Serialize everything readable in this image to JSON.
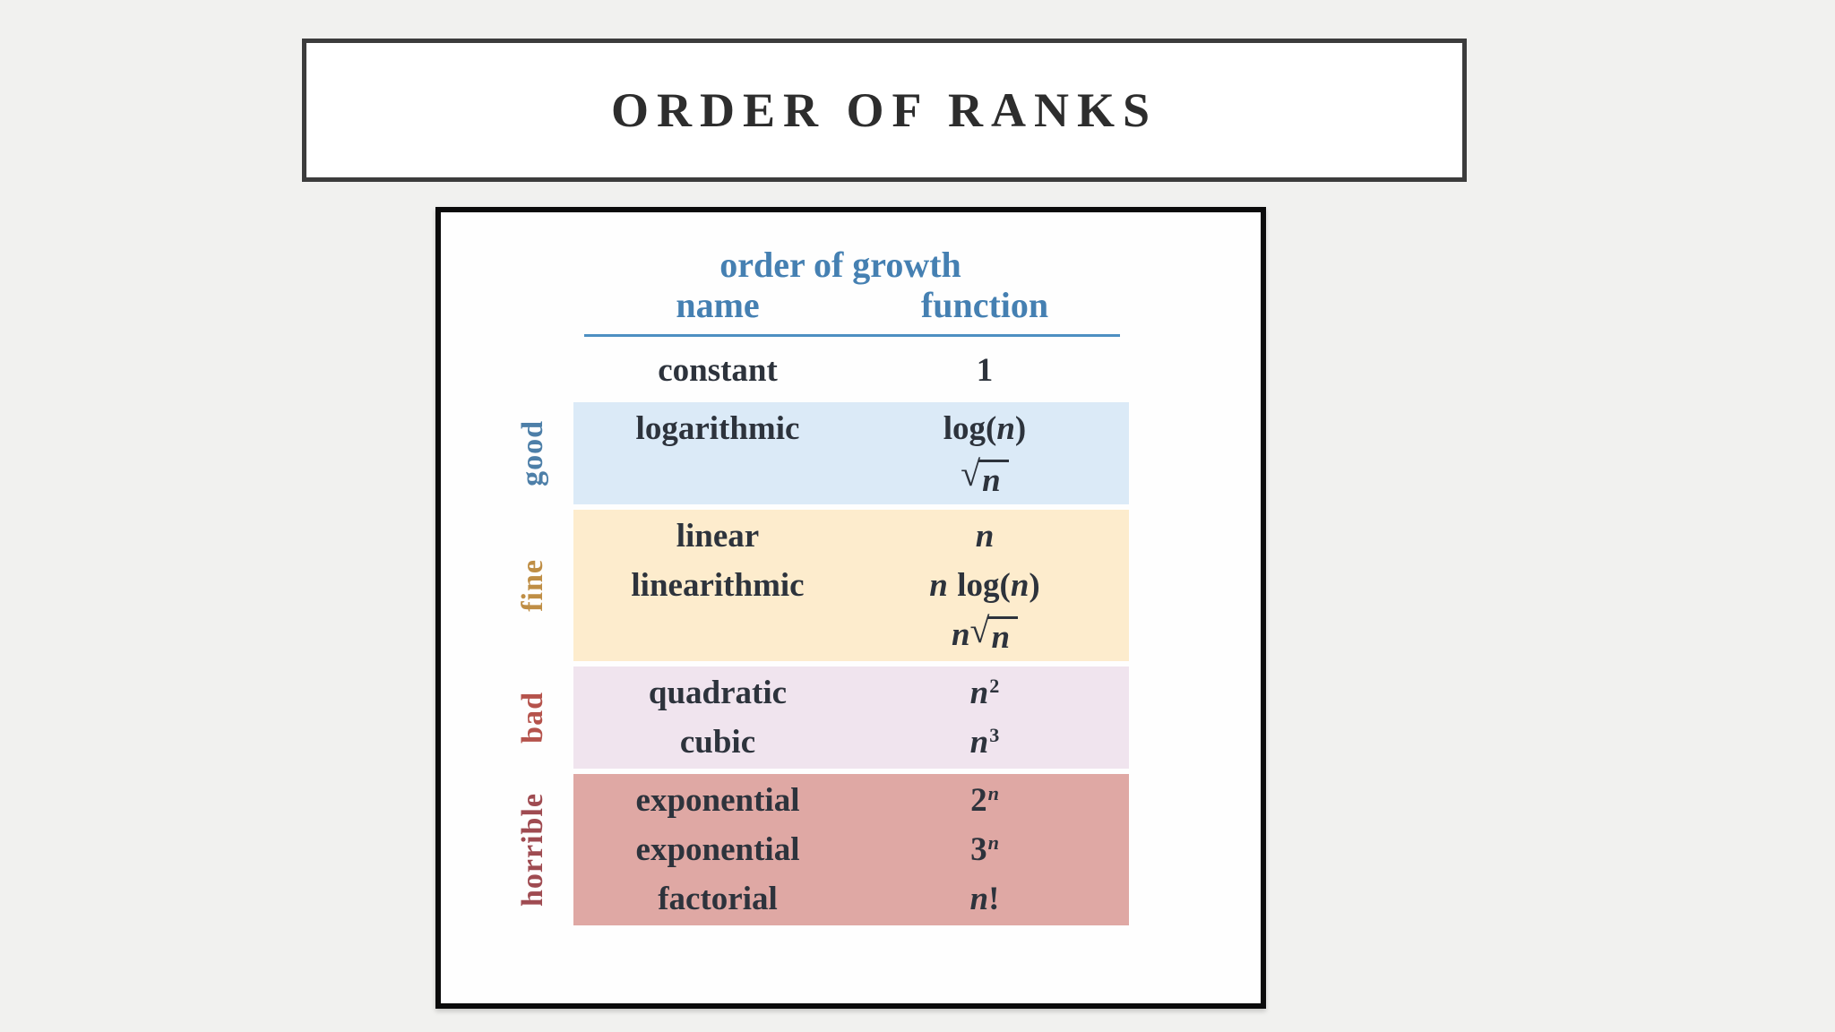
{
  "page": {
    "background": "#f1f1ef"
  },
  "title": {
    "text": "ORDER OF RANKS",
    "text_color": "#2d2d2d",
    "border_color": "#3c3c3c"
  },
  "figure": {
    "accent_blue": "#4580b2",
    "rule_color": "#4d8fc2",
    "body_text_color": "#2d333c",
    "header": {
      "group": "order of growth",
      "name_col": "name",
      "function_col": "function"
    },
    "sections": [
      {
        "id": "top",
        "label": "",
        "label_color": "",
        "band_color": "",
        "rows": [
          {
            "name": "constant",
            "func": [
              {
                "k": "t",
                "v": "1"
              }
            ]
          }
        ]
      },
      {
        "id": "good",
        "label": "good",
        "label_color": "#4d7fa8",
        "band_color": "#dbeaf7",
        "rows": [
          {
            "name": "logarithmic",
            "func": [
              {
                "k": "t",
                "v": "log("
              },
              {
                "k": "i",
                "v": "n"
              },
              {
                "k": "t",
                "v": ")"
              }
            ]
          },
          {
            "name": "",
            "func": [
              {
                "k": "r",
                "v": "n"
              }
            ]
          }
        ]
      },
      {
        "id": "fine",
        "label": "fine",
        "label_color": "#bf8e45",
        "band_color": "#fdeccd",
        "rows": [
          {
            "name": "linear",
            "func": [
              {
                "k": "i",
                "v": "n"
              }
            ]
          },
          {
            "name": "linearithmic",
            "func": [
              {
                "k": "i",
                "v": "n"
              },
              {
                "k": "sp",
                "v": ""
              },
              {
                "k": "t",
                "v": "log("
              },
              {
                "k": "i",
                "v": "n"
              },
              {
                "k": "t",
                "v": ")"
              }
            ]
          },
          {
            "name": "",
            "func": [
              {
                "k": "i",
                "v": "n"
              },
              {
                "k": "r",
                "v": "n"
              }
            ]
          }
        ]
      },
      {
        "id": "bad",
        "label": "bad",
        "label_color": "#b5534c",
        "band_color": "#f0e4ee",
        "rows": [
          {
            "name": "quadratic",
            "func": [
              {
                "k": "i",
                "v": "n"
              },
              {
                "k": "s",
                "v": "2"
              }
            ]
          },
          {
            "name": "cubic",
            "func": [
              {
                "k": "i",
                "v": "n"
              },
              {
                "k": "s",
                "v": "3"
              }
            ]
          }
        ]
      },
      {
        "id": "horrible",
        "label": "horrible",
        "label_color": "#9f4b51",
        "band_color": "#dfa8a4",
        "rows": [
          {
            "name": "exponential",
            "func": [
              {
                "k": "t",
                "v": "2"
              },
              {
                "k": "si",
                "v": "n"
              }
            ]
          },
          {
            "name": "exponential",
            "func": [
              {
                "k": "t",
                "v": "3"
              },
              {
                "k": "si",
                "v": "n"
              }
            ]
          },
          {
            "name": "factorial",
            "func": [
              {
                "k": "i",
                "v": "n"
              },
              {
                "k": "t",
                "v": "!"
              }
            ]
          }
        ]
      }
    ]
  }
}
